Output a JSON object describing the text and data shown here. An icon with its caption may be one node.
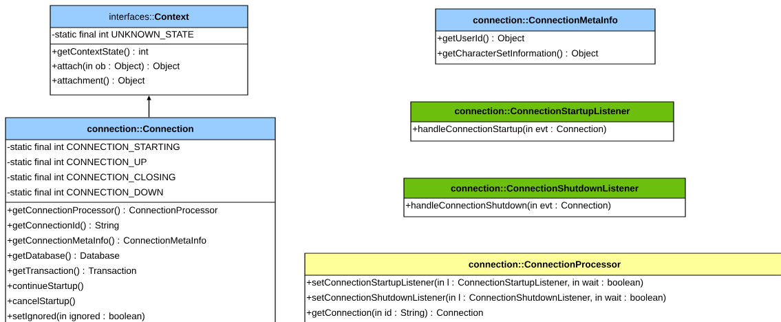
{
  "diagram": {
    "nodes": [
      {
        "text": [
          "interfaces::**Context**",
          "-static final int UNKNOWN_STATE",
          "+getContextState() : int",
          "+attach(in ob : Object) : Object",
          "+attachment() : Object"
        ]
      },
      {
        "text": [
          "connection::Connection",
          "-static final int CONNECTION_STARTING",
          "-static final int CONNECTION_UP",
          "-static final int CONNECTION_CLOSING",
          "-static final int CONNECTION_DOWN",
          "+getConnectionProcessor() : ConnectionProcessor",
          "+getConnectionId() : String",
          "+getConnectionMetaInfo() : ConnectionMetaInfo",
          "+getDatabase() : Database",
          "+getTransaction() : Transaction",
          "+continueStartup()",
          "+cancelStartup()",
          "+setIgnored(in ignored : boolean)"
        ]
      },
      {
        "text": [
          "connection::ConnectionMetaInfo",
          "+getUserId() : Object",
          "+getCharacterSetInformation() : Object"
        ]
      },
      {
        "text": [
          "connection::ConnectionStartupListener",
          "+handleConnectionStartup(in evt : Connection)"
        ]
      },
      {
        "text": [
          "connection::ConnectionShutdownListener",
          "+handleConnectionShutdown(in evt : Connection)"
        ]
      },
      {
        "text": [
          "connection::ConnectionProcessor",
          "+setConnectionStartupListener(in l : ConnectionStartupListener, in wait : boolean)",
          "+setConnectionShutdownListener(in l : ConnectionShutdownListener, in wait : boolean)",
          "+getConnection(in id : String) : Connection"
        ]
      }
    ],
    "edges": [
      {
        "from": 1,
        "to": 0,
        "arrow": "to"
      }
    ]
  }
}
